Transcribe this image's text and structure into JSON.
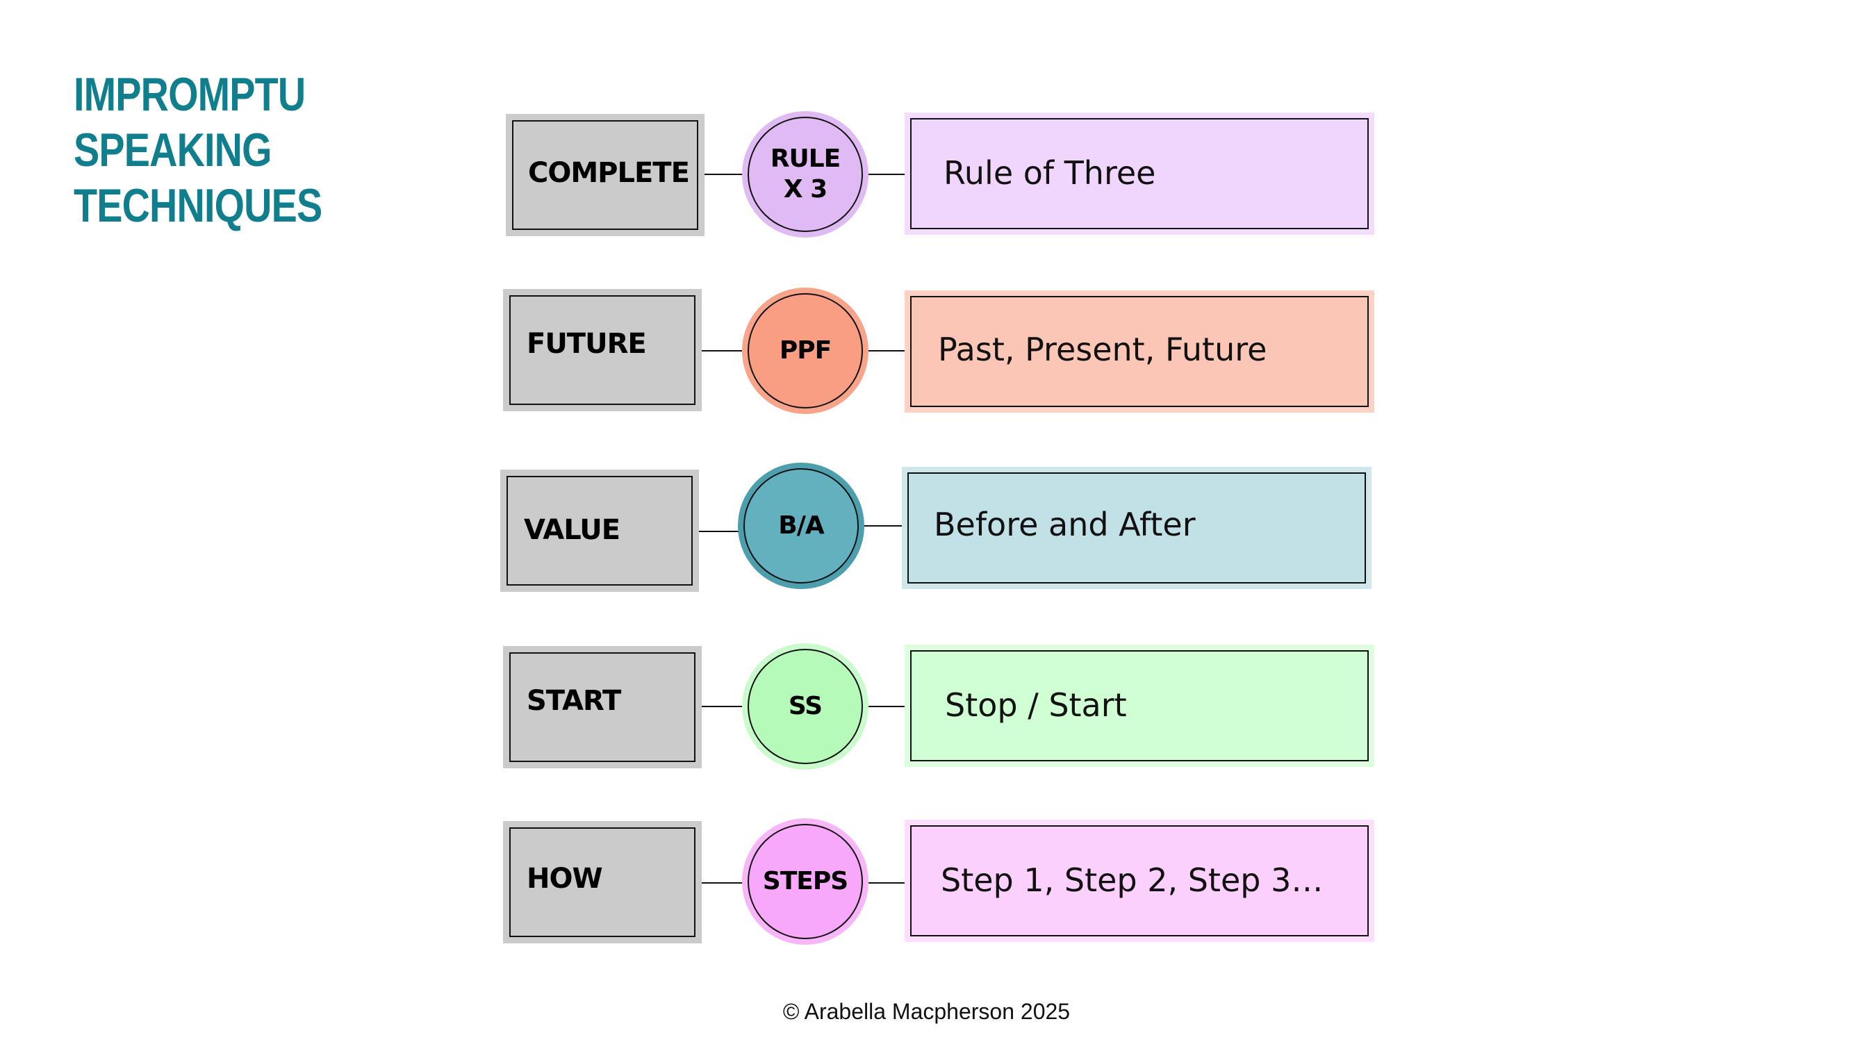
{
  "title": {
    "line1": "IMPROMPTU",
    "line2": "SPEAKING",
    "line3": "TECHNIQUES"
  },
  "rows": [
    {
      "keyword": "COMPLETE",
      "acronym": "RULE\nX 3",
      "description": "Rule of Three",
      "circle_outer": "#dfbaf3",
      "circle_fill": "#dfbaf3",
      "desc_outer": "#f3dcff",
      "desc_fill": "#f0d6fc"
    },
    {
      "keyword": "FUTURE",
      "acronym": "PPF",
      "description": "Past, Present, Future",
      "circle_outer": "#f8a48a",
      "circle_fill": "#fa9e83",
      "desc_outer": "#fdd1c3",
      "desc_fill": "#fcc6b6"
    },
    {
      "keyword": "VALUE",
      "acronym": "B/A",
      "description": "Before and After",
      "circle_outer": "#4e9fad",
      "circle_fill": "#63b1bf",
      "desc_outer": "#cfe6ea",
      "desc_fill": "#c2e1e6"
    },
    {
      "keyword": "START",
      "acronym": "SS",
      "description": "Stop / Start",
      "circle_outer": "#cafbcd",
      "circle_fill": "#b6fab9",
      "desc_outer": "#dcfede",
      "desc_fill": "#d0ffd3"
    },
    {
      "keyword": "HOW",
      "acronym": "STEPS",
      "description": "Step 1, Step 2, Step 3…",
      "circle_outer": "#f8b5f8",
      "circle_fill": "#f7a8fa",
      "desc_outer": "#fddefd",
      "desc_fill": "#fbd0fc"
    }
  ],
  "footer": "© Arabella Macpherson 2025"
}
